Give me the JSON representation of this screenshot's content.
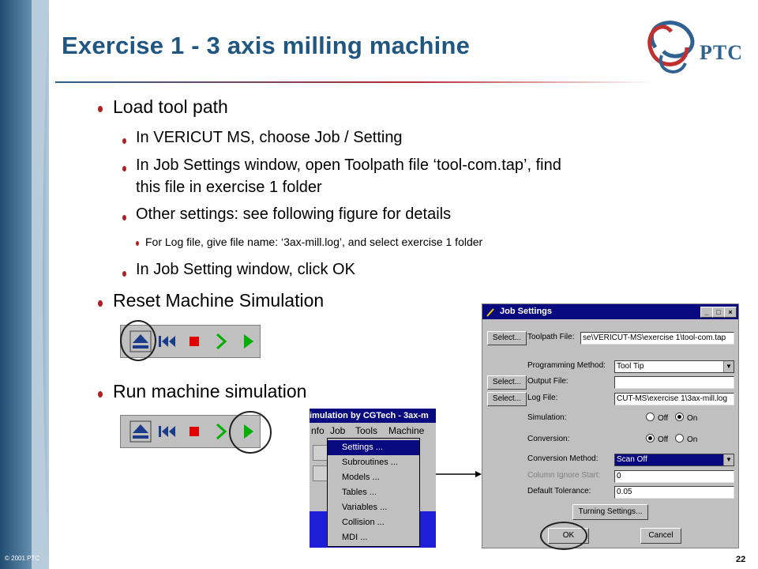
{
  "slide": {
    "title": "Exercise 1 - 3 axis milling machine",
    "copyright": "© 2001 PTC",
    "page_number": "22",
    "logo_text": "PTC"
  },
  "bullets": [
    {
      "level": 1,
      "text": "Load tool path"
    },
    {
      "level": 2,
      "text": "In VERICUT MS, choose Job / Setting"
    },
    {
      "level": 2,
      "text": "In Job Settings window, open Toolpath file ‘tool-com.tap’, find"
    },
    {
      "level": 2,
      "text": "this file in exercise 1 folder"
    },
    {
      "level": 2,
      "text": "Other settings: see following figure for details"
    },
    {
      "level": 3,
      "text": "For Log file, give file name: ‘3ax-mill.log’, and select exercise 1 folder"
    },
    {
      "level": 2,
      "text": "In Job Setting window, click OK"
    },
    {
      "level": 1,
      "text": "Reset Machine Simulation"
    },
    {
      "level": 1,
      "text": "Run machine simulation"
    }
  ],
  "toolbar_icons": [
    "reset-icon",
    "rewind-icon",
    "stop-icon",
    "step-icon",
    "play-icon"
  ],
  "menu_shot": {
    "title": "imulation  by CGTech - 3ax-m",
    "menubar": [
      "nfo",
      "Job",
      "Tools",
      "Machine"
    ],
    "items": [
      "Settings ...",
      "Subroutines ...",
      "Models ...",
      "Tables ...",
      "Variables ...",
      "Collision ...",
      "MDI ..."
    ]
  },
  "dialog": {
    "title": "Job Settings",
    "select_label": "Select...",
    "toolpath_label": "Toolpath File:",
    "toolpath_value": "se\\VERICUT-MS\\exercise 1\\tool-com.tap",
    "programming_label": "Programming Method:",
    "programming_value": "Tool Tip",
    "output_label": "Output File:",
    "output_value": "",
    "log_label": "Log File:",
    "log_value": "CUT-MS\\exercise 1\\3ax-mill.log",
    "simulation_label": "Simulation:",
    "conversion_label": "Conversion:",
    "off_label": "Off",
    "on_label": "On",
    "conv_method_label": "Conversion Method:",
    "conv_method_value": "Scan Off",
    "column_label": "Column Ignore Start:",
    "column_value": "0",
    "tolerance_label": "Default Tolerance:",
    "tolerance_value": "0.05",
    "turning_label": "Turning Settings...",
    "ok_label": "OK",
    "cancel_label": "Cancel",
    "simulation_selected": "On",
    "conversion_selected": "Off"
  },
  "colors": {
    "title": "#1f5682",
    "bullet": "#b02020",
    "window_blue": "#0a0a80",
    "window_grey": "#c0c0c0"
  }
}
